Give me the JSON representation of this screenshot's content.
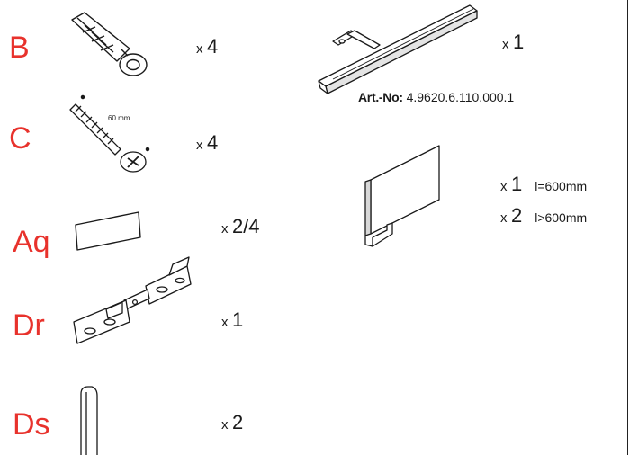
{
  "parts": [
    {
      "id": "B",
      "letter": "B",
      "icon": "wall-plug-anchor-icon",
      "qty_x": "x",
      "qty_n": "4"
    },
    {
      "id": "C",
      "letter": "C",
      "icon": "screw-icon",
      "dimension": "60 mm",
      "qty_x": "x",
      "qty_n": "4"
    },
    {
      "id": "Aq",
      "letter": "Aq",
      "icon": "flat-plate-icon",
      "qty_x": "x",
      "qty_n": "2/4"
    },
    {
      "id": "Dr",
      "letter": "Dr",
      "icon": "mounting-rail-bracket-icon",
      "qty_x": "x",
      "qty_n": "1"
    },
    {
      "id": "Ds",
      "letter": "Ds",
      "icon": "end-cap-icon",
      "qty_x": "x",
      "qty_n": "2"
    }
  ],
  "lamp": {
    "icon": "light-bar-lamp-icon",
    "qty_x": "x",
    "qty_n": "1",
    "art_label": "Art.-No:",
    "art_number": "4.9620.6.110.000.1"
  },
  "panel": {
    "icon": "cover-panel-icon",
    "rows": [
      {
        "qty_x": "x",
        "qty_n": "1",
        "note": "l=600mm"
      },
      {
        "qty_x": "x",
        "qty_n": "2",
        "note": "l>600mm"
      }
    ]
  },
  "colors": {
    "letter": "#e8322c",
    "line": "#1a1a1a",
    "part_fill": "#ffffff",
    "shade": "#d0d0d0"
  }
}
